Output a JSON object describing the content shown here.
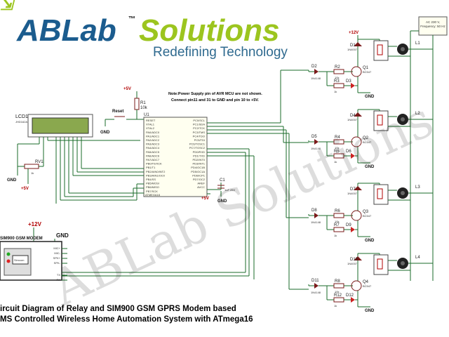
{
  "logo": {
    "brand_left": "ABLab",
    "trademark": "™",
    "brand_right": "Solutions",
    "tagline": "Redefining Technology"
  },
  "watermark": "ABLab Solutions",
  "note": {
    "line1": "Note:Power Supply pin of AVR MCU are not shown.",
    "line2": "Connect pin11 and 31 to GND and pin 10 to +5V."
  },
  "ac_source": {
    "line1": "AC 230 V,",
    "line2": "Frequency: 50 Hz"
  },
  "power_labels": {
    "p12": "+12V",
    "p5": "+5V",
    "gnd": "GND"
  },
  "lcd": {
    "ref": "LCD1",
    "part": "JHD162A"
  },
  "mcu": {
    "ref": "U1",
    "part": "ATMEGA16",
    "left_pins": [
      "RESET",
      "XTAL1",
      "XTAL2",
      "PA0/ADC0",
      "PA1/ADC1",
      "PA2/ADC2",
      "PA3/ADC3",
      "PA4/ADC4",
      "PA5/ADC5",
      "PA6/ADC6",
      "PA7/ADC7",
      "PB0/T0/XCK",
      "PB1/T1",
      "PB2/AIN0/INT2",
      "PB3/AIN1/OC0",
      "PB4/SS",
      "PB5/MOSI",
      "PB6/MISO",
      "PB7/SCK"
    ],
    "right_pins": [
      "PC0/SCL",
      "PC1/SDA",
      "PC2/TCK",
      "PC3/TMS",
      "PC4/TDO",
      "PC5/TDI",
      "PC6/TOSC1",
      "PC7/TOSC2",
      "PD0/RXD",
      "PD1/TXD",
      "PD2/INT0",
      "PD3/INT1",
      "PD4/OC1B",
      "PD5/OC1A",
      "PD6/ICP1",
      "PD7/OC2",
      "AREF",
      "AVCC"
    ]
  },
  "reset": {
    "label": "Reset",
    "r_ref": "R1",
    "r_val": "10k"
  },
  "pot": {
    "ref": "RV1",
    "val": "1k"
  },
  "cap": {
    "ref": "C1",
    "val": "1uF 25V"
  },
  "gsm": {
    "title": "SIM900 GSM MODEM",
    "pins": [
      "MIC+",
      "MIC-",
      "SPK+",
      "SPK-",
      "TX",
      "RX"
    ],
    "inner": "Simcom"
  },
  "channels": [
    {
      "diode": "D1",
      "diode_part": "1N4007",
      "base_diode": "D2",
      "base_part": "1N4148",
      "rb": "R2",
      "rb_val": "10k",
      "q": "Q1",
      "q_part": "BC547",
      "rl": "R3",
      "rl_val": "1k",
      "led": "D3",
      "load": "L1"
    },
    {
      "diode": "D4",
      "diode_part": "1N4007",
      "base_diode": "D5",
      "base_part": "1N4148",
      "rb": "R4",
      "rb_val": "10k",
      "q": "Q2",
      "q_part": "BC547",
      "rl": "R5",
      "rl_val": "1k",
      "led": "D6",
      "load": "L2"
    },
    {
      "diode": "D7",
      "diode_part": "1N4007",
      "base_diode": "D8",
      "base_part": "1N4148",
      "rb": "R6",
      "rb_val": "10k",
      "q": "Q3",
      "q_part": "BC547",
      "rl": "R7",
      "rl_val": "1k",
      "led": "D9",
      "load": "L3"
    },
    {
      "diode": "D10",
      "diode_part": "1N4007",
      "base_diode": "D11",
      "base_part": "1N4148",
      "rb": "R8",
      "rb_val": "10k",
      "q": "Q4",
      "q_part": "BC547",
      "rl": "R12",
      "rl_val": "1k",
      "led": "D12",
      "load": "L4"
    }
  ],
  "caption": {
    "line1": "ircuit Diagram of Relay and SIM900 GSM GPRS Modem based",
    "line2": "MS Controlled Wireless Home Automation System with ATmega16"
  },
  "colors": {
    "wire": "#1a6b2a",
    "component": "#7a1a1a",
    "brand_blue": "#1b5c8e",
    "brand_green": "#9cc51f",
    "power": "#b00000"
  }
}
